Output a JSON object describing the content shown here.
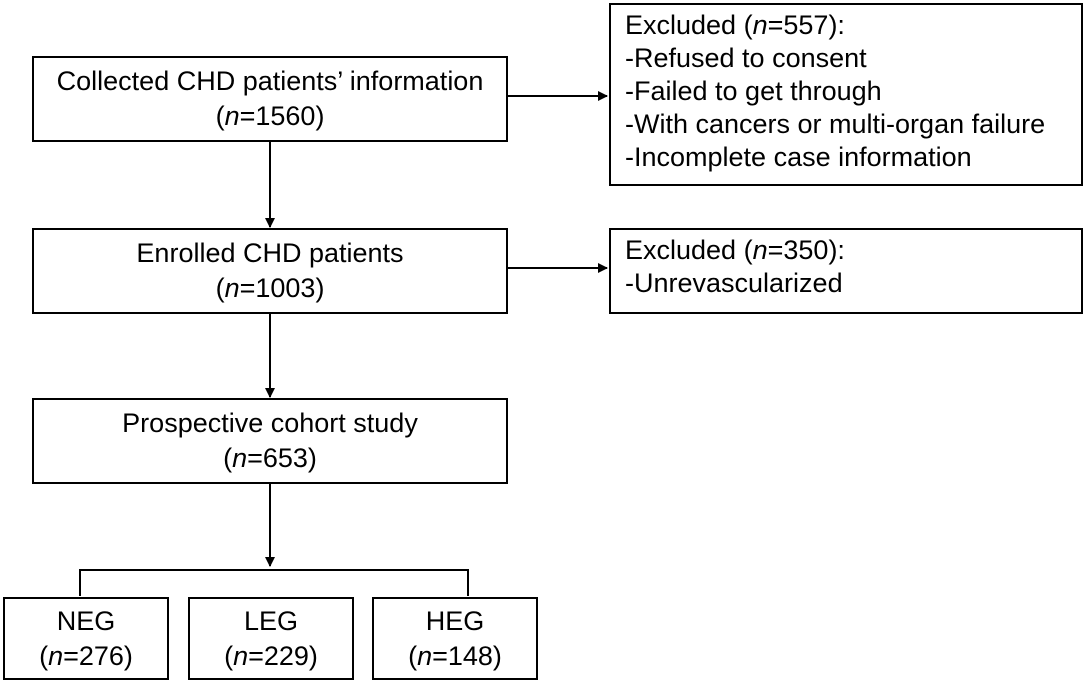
{
  "boxes": {
    "collected": {
      "title": "Collected CHD patients’ information",
      "n_label": "n",
      "n_value": "=1560"
    },
    "enrolled": {
      "title": "Enrolled CHD patients",
      "n_label": "n",
      "n_value": "=1003"
    },
    "cohort": {
      "title": "Prospective cohort study",
      "n_label": "n",
      "n_value": "=653"
    },
    "neg": {
      "title": "NEG",
      "n_label": "n",
      "n_value": "=276"
    },
    "leg": {
      "title": "LEG",
      "n_label": "n",
      "n_value": "=229"
    },
    "heg": {
      "title": "HEG",
      "n_label": "n",
      "n_value": "=148"
    }
  },
  "excluded_1": {
    "prefix": "Excluded (",
    "n_label": "n",
    "n_value": "=557",
    "suffix": "):",
    "items": [
      "-Refused to consent",
      "-Failed to get through",
      "-With cancers or multi-organ failure",
      "-Incomplete case information"
    ]
  },
  "excluded_2": {
    "prefix": "Excluded (",
    "n_label": "n",
    "n_value": "=350",
    "suffix": "):",
    "items": [
      "-Unrevascularized"
    ]
  }
}
